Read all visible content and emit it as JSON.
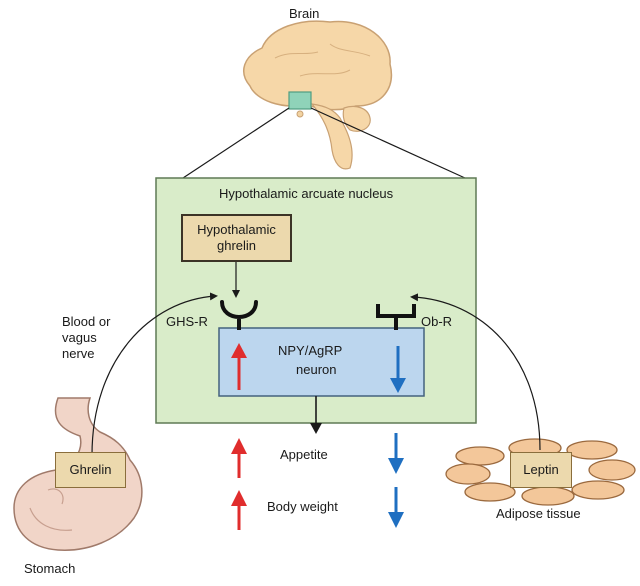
{
  "labels": {
    "brain": "Brain",
    "arcuate_nucleus": "Hypothalamic arcuate nucleus",
    "hypothalamic_ghrelin_line1": "Hypothalamic",
    "hypothalamic_ghrelin_line2": "ghrelin",
    "ghs_r": "GHS-R",
    "ob_r": "Ob-R",
    "neuron_line1": "NPY/AgRP",
    "neuron_line2": "neuron",
    "blood_line1": "Blood or",
    "blood_line2": "vagus",
    "blood_line3": "nerve",
    "ghrelin": "Ghrelin",
    "stomach": "Stomach",
    "leptin": "Leptin",
    "adipose_tissue": "Adipose tissue",
    "appetite": "Appetite",
    "body_weight": "Body weight"
  },
  "colors": {
    "nucleus_fill": "#d9ecc9",
    "neuron_fill": "#bcd6ee",
    "label_fill": "#ecd9ad",
    "brain_fill": "#f6d7a8",
    "hypothalamus_marker": "#8fd3b9",
    "increase_arrow": "#e02d2d",
    "decrease_arrow": "#1f6fc1"
  }
}
